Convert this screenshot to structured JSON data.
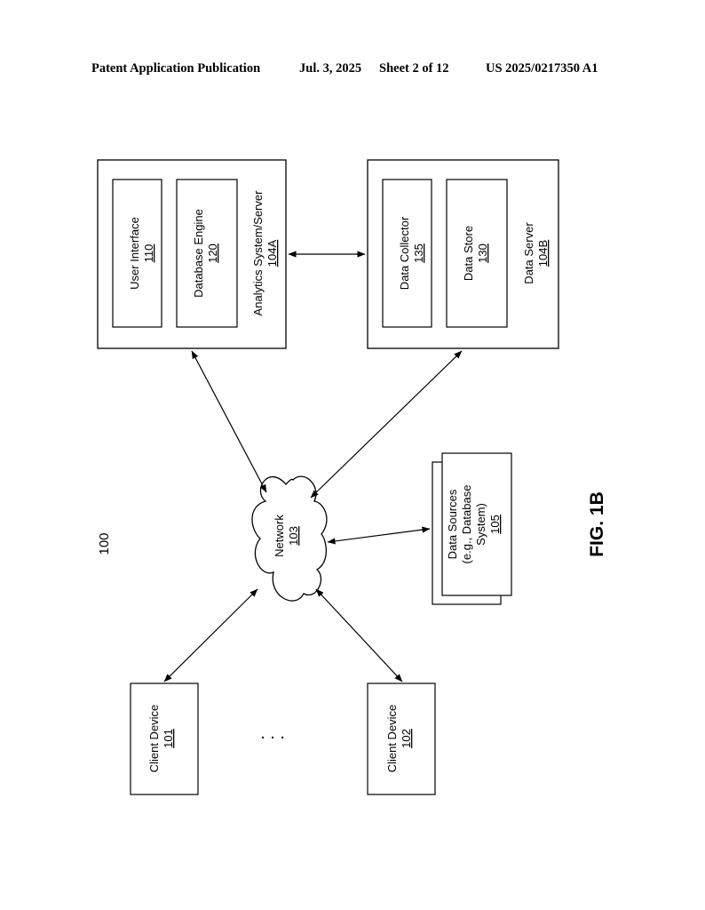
{
  "header": {
    "publication": "Patent Application Publication",
    "date": "Jul. 3, 2025",
    "sheet": "Sheet 2 of 12",
    "number": "US 2025/0217350 A1"
  },
  "figure": {
    "ref": "100",
    "caption": "FIG. 1B",
    "analytics": {
      "label": "Analytics System/Server",
      "id": "104A",
      "user_interface": {
        "label": "User Interface",
        "id": "110"
      },
      "database_engine": {
        "label": "Database Engine",
        "id": "120"
      }
    },
    "data_server": {
      "label": "Data Server",
      "id": "104B",
      "data_collector": {
        "label": "Data Collector",
        "id": "135"
      },
      "data_store": {
        "label": "Data Store",
        "id": "130"
      }
    },
    "network": {
      "label": "Network",
      "id": "103"
    },
    "data_sources": {
      "line1": "Data Sources",
      "line2": "(e.g., Database",
      "line3": "System)",
      "id": "105"
    },
    "client_a": {
      "label": "Client Device",
      "id": "101"
    },
    "client_b": {
      "label": "Client Device",
      "id": "102"
    },
    "ellipsis": ". . ."
  }
}
